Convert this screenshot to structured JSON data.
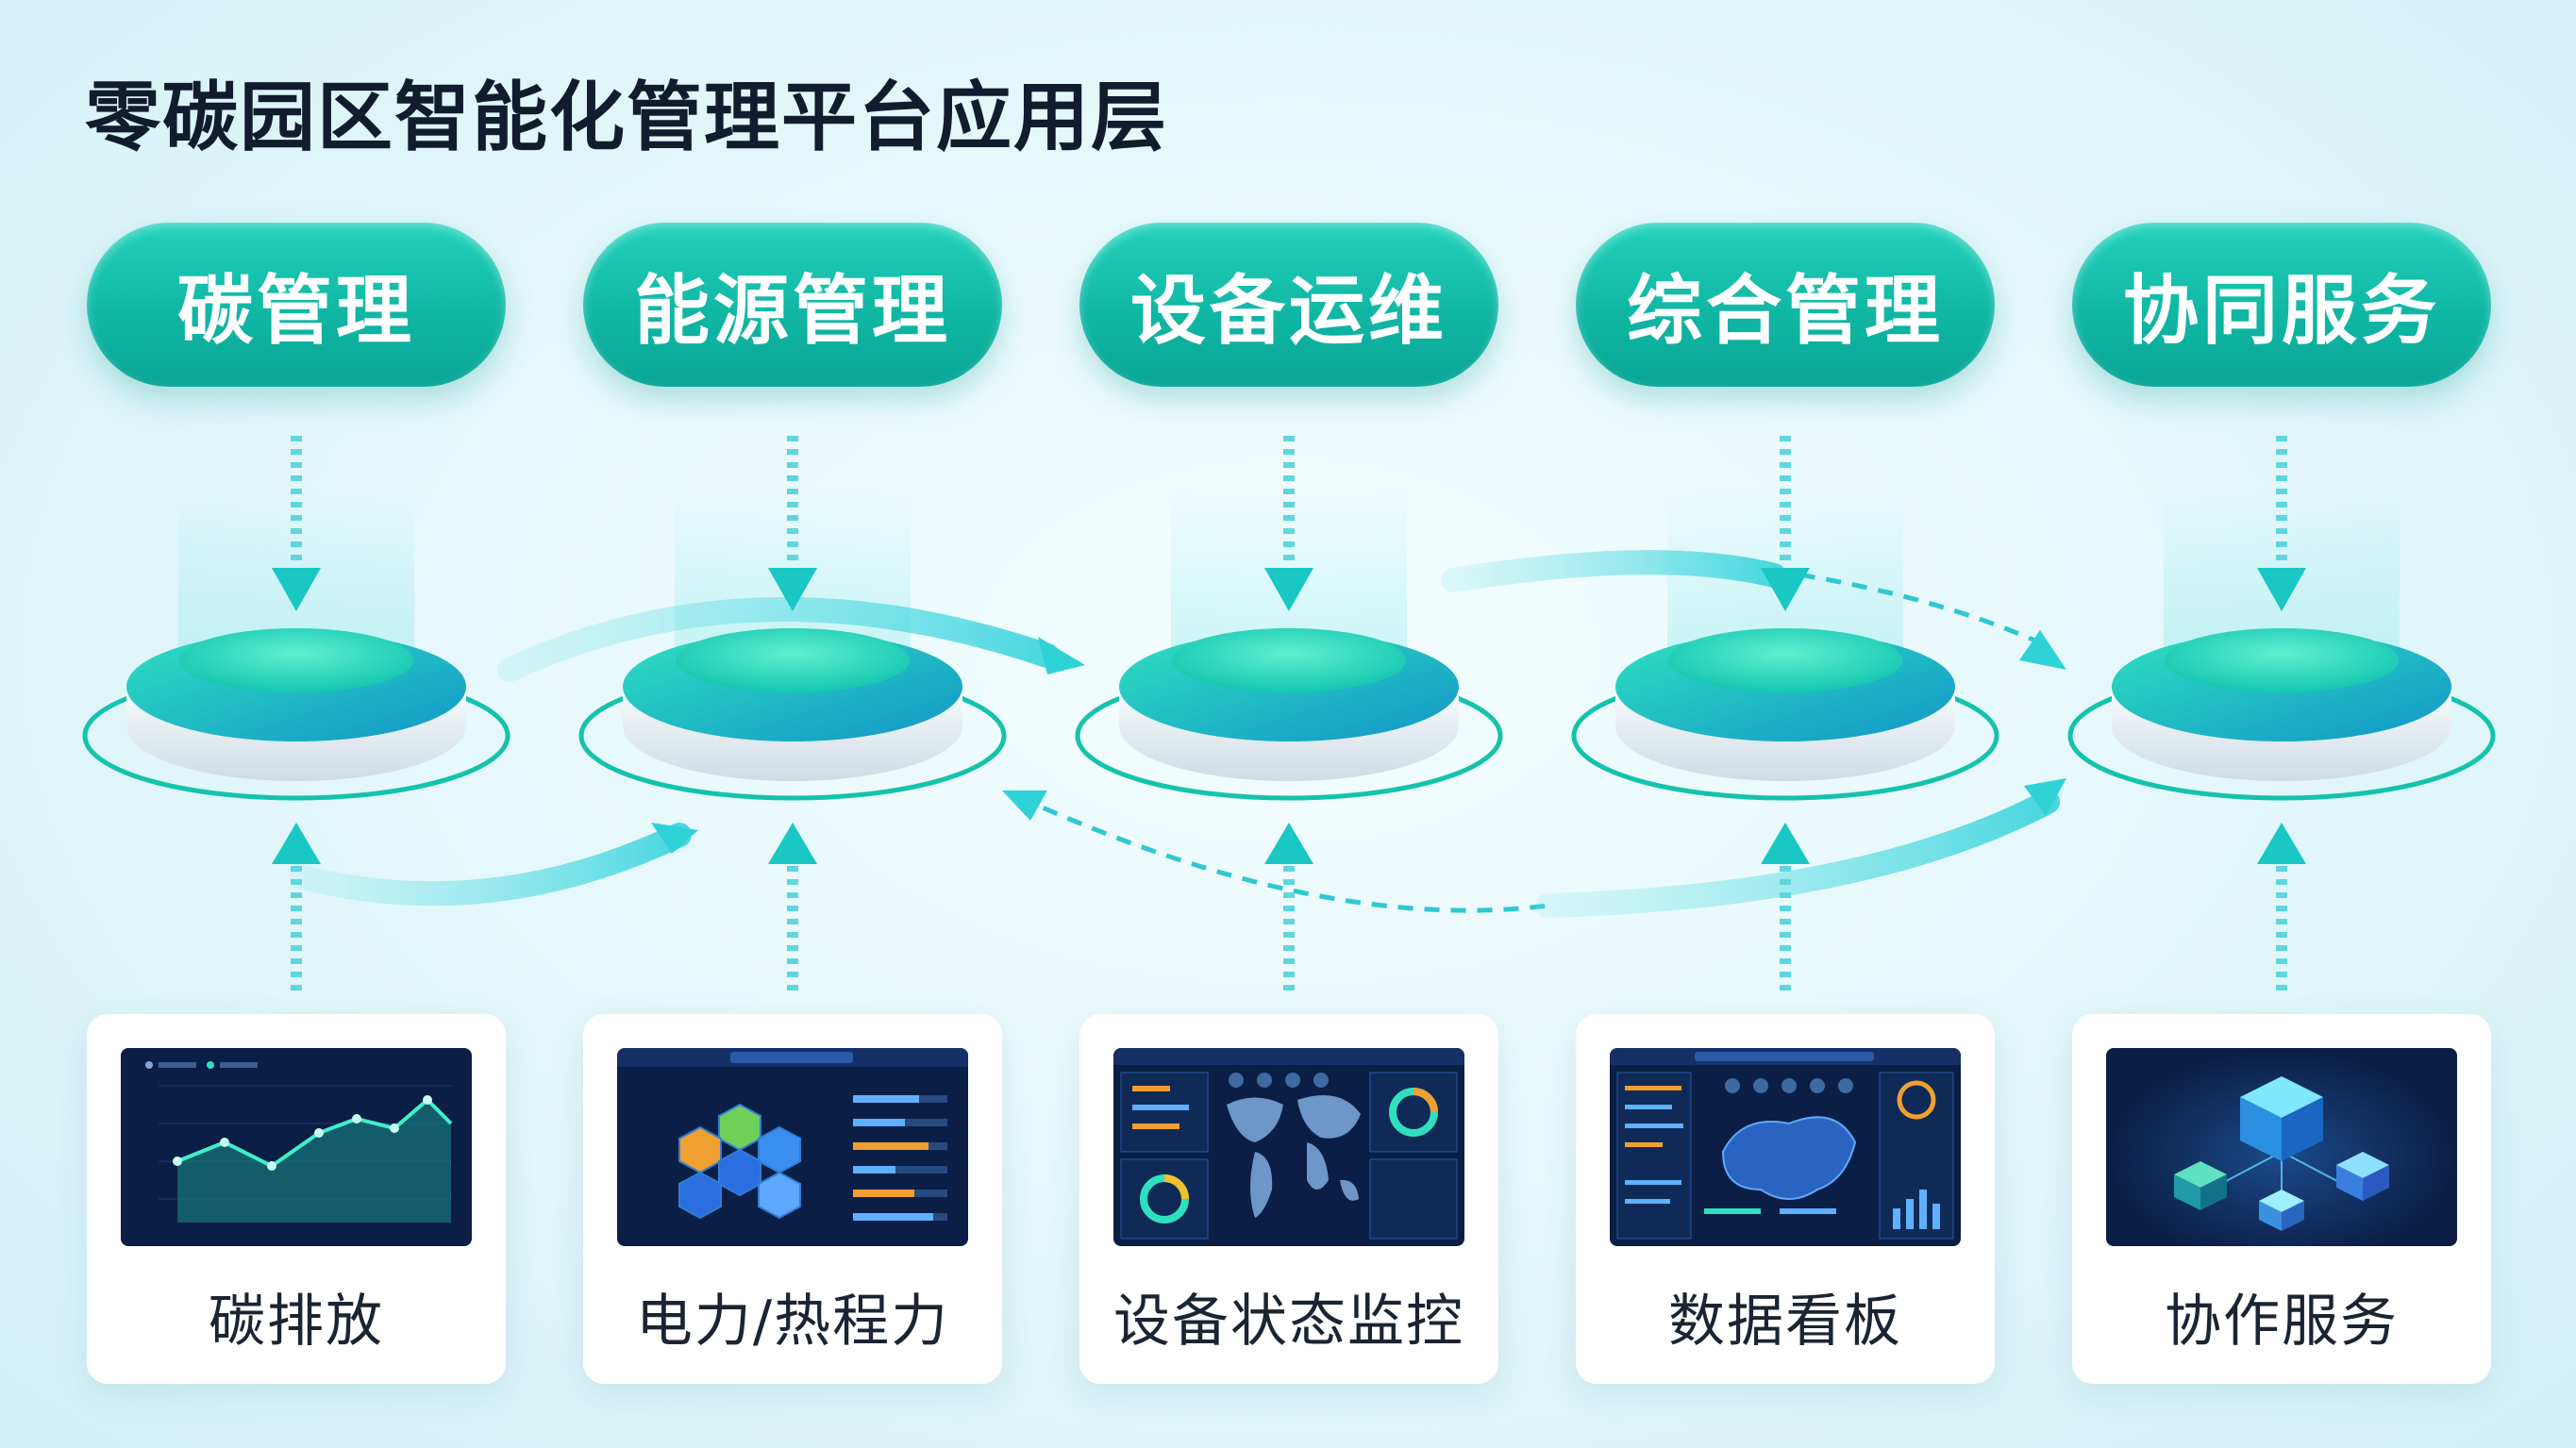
{
  "title": "零碳园区智能化管理平台应用层",
  "colors": {
    "accent": "#14c2ad",
    "arrow": "#19c7c4",
    "dark_panel": "#0b1e45",
    "title": "#111c2e"
  },
  "modules": [
    {
      "label": "碳管理"
    },
    {
      "label": "能源管理"
    },
    {
      "label": "设备运维"
    },
    {
      "label": "综合管理"
    },
    {
      "label": "协同服务"
    }
  ],
  "sources": [
    {
      "label": "碳排放",
      "preview_icon": "line-chart-icon"
    },
    {
      "label": "电力/热程力",
      "preview_icon": "hexagon-dashboard-icon"
    },
    {
      "label": "设备状态监控",
      "preview_icon": "world-map-icon"
    },
    {
      "label": "数据看板",
      "preview_icon": "region-map-icon"
    },
    {
      "label": "协作服务",
      "preview_icon": "server-cubes-icon"
    }
  ]
}
